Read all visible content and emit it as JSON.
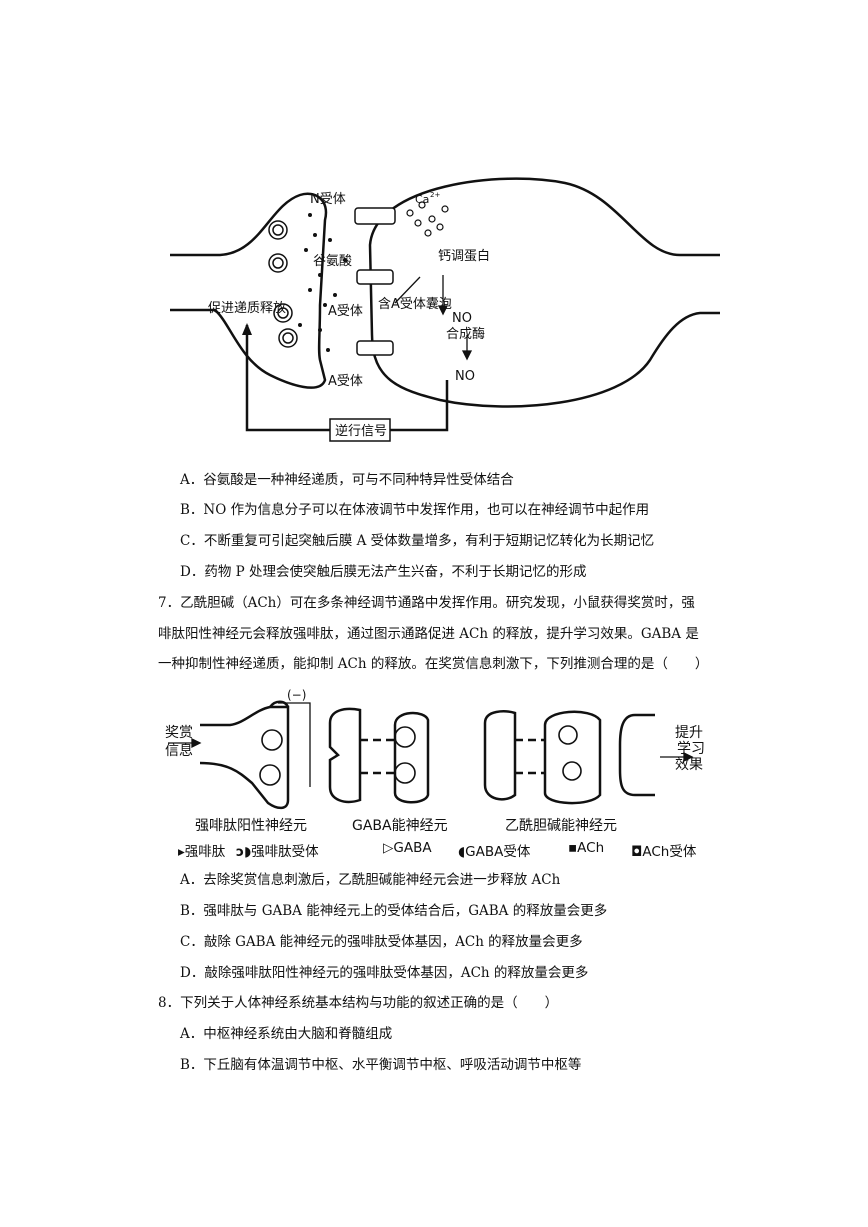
{
  "figure1": {
    "labels": {
      "n_receptor": "N受体",
      "ca": "Ca",
      "ca_sup": "2+",
      "glutamate": "谷氨酸",
      "calmodulin": "钙调蛋白",
      "promote_release": "促进递质释放",
      "a_receptor_1": "A受体",
      "vesicle_with_a": "含A受体囊泡",
      "no_synthase_1": "NO",
      "no_synthase_2": "合成酶",
      "a_receptor_2": "A受体",
      "no": "NO",
      "retro_signal": "逆行信号"
    }
  },
  "q6_options": [
    "A．谷氨酸是一种神经递质，可与不同种特异性受体结合",
    "B．NO 作为信息分子可以在体液调节中发挥作用，也可以在神经调节中起作用",
    "C．不断重复可引起突触后膜 A 受体数量增多，有利于短期记忆转化为长期记忆",
    "D．药物 P 处理会使突触后膜无法产生兴奋，不利于长期记忆的形成"
  ],
  "q7": {
    "stem_lines": [
      "7．乙酰胆碱（ACh）可在多条神经调节通路中发挥作用。研究发现，小鼠获得奖赏时，强",
      "啡肽阳性神经元会释放强啡肽，通过图示通路促进 ACh 的释放，提升学习效果。GABA 是",
      "一种抑制性神经递质，能抑制 ACh 的释放。在奖赏信息刺激下，下列推测合理的是（　　）"
    ],
    "figure2": {
      "reward_1": "奖赏",
      "reward_2": "信息",
      "inhibit": "(−)",
      "improve_1": "提升",
      "improve_2": "学习",
      "improve_3": "效果",
      "neuron_1": "强啡肽阳性神经元",
      "neuron_2": "GABA能神经元",
      "neuron_3": "乙酰胆碱能神经元"
    },
    "legend": {
      "dyn": "强啡肽",
      "dyn_receptor": "强啡肽受体",
      "gaba": "GABA",
      "gaba_receptor": "GABA受体",
      "ach": "ACh",
      "ach_receptor": "ACh受体"
    },
    "options": [
      "A．去除奖赏信息刺激后，乙酰胆碱能神经元会进一步释放 ACh",
      "B．强啡肽与 GABA 能神经元上的受体结合后，GABA 的释放量会更多",
      "C．敲除 GABA 能神经元的强啡肽受体基因，ACh 的释放量会更多",
      "D．敲除强啡肽阳性神经元的强啡肽受体基因，ACh 的释放量会更多"
    ]
  },
  "q8": {
    "stem": "8．下列关于人体神经系统基本结构与功能的叙述正确的是（　　）",
    "options": [
      "A．中枢神经系统由大脑和脊髓组成",
      "B．下丘脑有体温调节中枢、水平衡调节中枢、呼吸活动调节中枢等"
    ]
  }
}
